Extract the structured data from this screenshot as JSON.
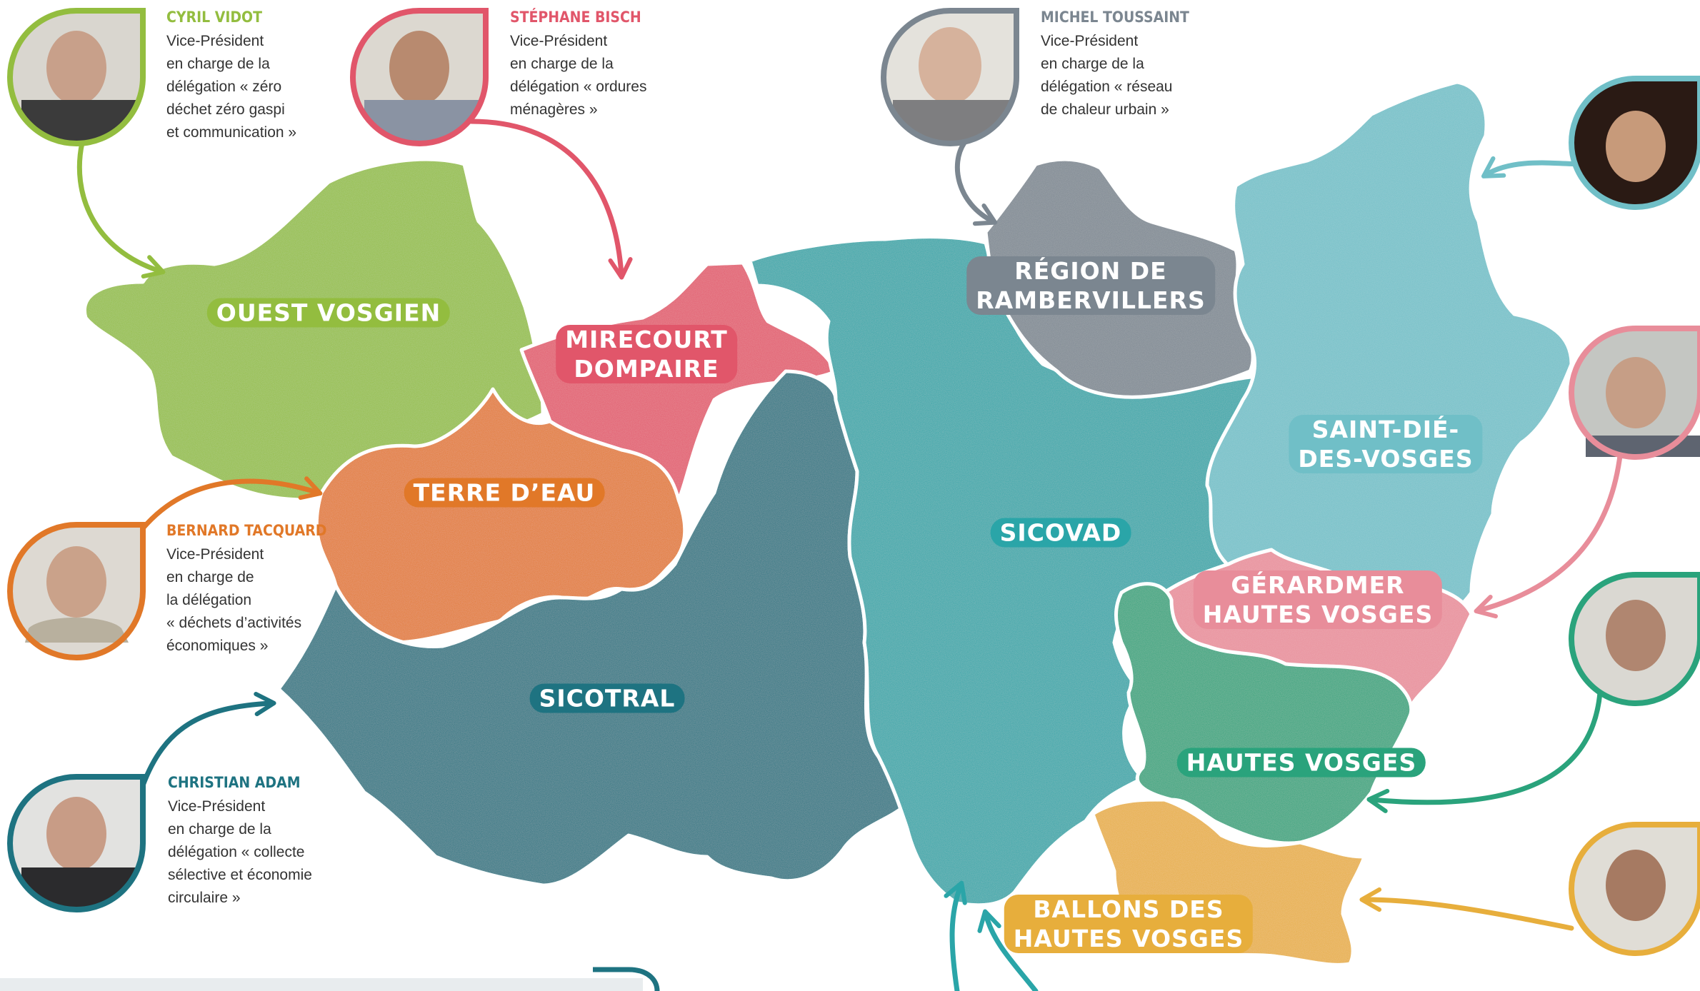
{
  "colors": {
    "ouest": "#93bd3f",
    "mirecourt": "#e1566a",
    "terre": "#e17828",
    "sicotral": "#1e7381",
    "sicovad": "#2aa5a8",
    "rambervillers": "#7b8690",
    "saintdie": "#70bfc7",
    "gerardmer": "#e88d9a",
    "hautes": "#2aa37c",
    "ballons": "#e7ae3c"
  },
  "regions": {
    "ouest": "OUEST VOSGIEN",
    "mirecourt": "MIRECOURT\nDOMPAIRE",
    "terre": "TERRE D’EAU",
    "sicotral": "SICOTRAL",
    "sicovad": "SICOVAD",
    "rambervillers": "RÉGION DE\nRAMBERVILLERS",
    "saintdie": "SAINT-DIÉ-\nDES-VOSGES",
    "gerardmer": "GÉRARDMER\nHAUTES VOSGES",
    "hautes": "HAUTES VOSGES",
    "ballons": "BALLONS DES\nHAUTES VOSGES"
  },
  "people": {
    "vidot": {
      "name": "CYRIL VIDOT",
      "desc": "Vice-Président\nen charge de la\ndélégation « zéro\ndéchet zéro gaspi\net communication »",
      "color": "#93bd3f"
    },
    "bisch": {
      "name": "STÉPHANE BISCH",
      "desc": "Vice-Président\nen charge de la\ndélégation « ordures\nménagères »",
      "color": "#e1566a"
    },
    "toussaint": {
      "name": "MICHEL TOUSSAINT",
      "desc": "Vice-Président\nen charge de la\ndélégation « réseau\nde chaleur urbain »",
      "color": "#7b8690"
    },
    "tacquard": {
      "name": "BERNARD TACQUARD",
      "desc": "Vice-Président\nen charge de\nla délégation\n« déchets d’activités\néconomiques »",
      "color": "#e17828"
    },
    "adam": {
      "name": "CHRISTIAN ADAM",
      "desc": "Vice-Président\nen charge de la\ndélégation « collecte\nsélective et économie\ncirculaire »",
      "color": "#1e7381"
    }
  }
}
